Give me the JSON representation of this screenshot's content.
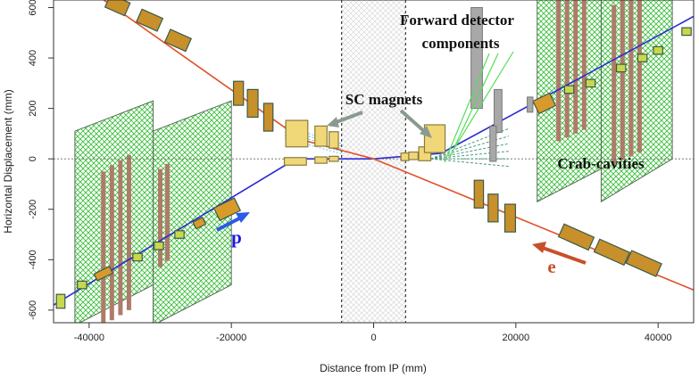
{
  "chart_data": {
    "type": "diagram",
    "xlabel": "Distance from IP (mm)",
    "ylabel": "Horizontal Displacement (mm)",
    "xlim": [
      -45000,
      45000
    ],
    "ylim": [
      -650,
      630
    ],
    "xticks": [
      -40000,
      -20000,
      0,
      20000,
      40000
    ],
    "xtick_labels": [
      "-40000",
      "-20000",
      "0",
      "20000",
      "40000"
    ],
    "yticks": [
      -600,
      -400,
      -200,
      0,
      200,
      400,
      600
    ],
    "ytick_labels": [
      "-600",
      "-400",
      "-200",
      "0",
      "200",
      "400",
      "600"
    ],
    "vertical_dotted_lines_x": [
      -4500,
      4500
    ],
    "ip_region_x": [
      -4500,
      4500
    ],
    "beams": [
      {
        "name": "p",
        "color": "#2b2bd0",
        "path": [
          [
            -45000,
            -580
          ],
          [
            -12000,
            -18
          ],
          [
            -10000,
            0
          ],
          [
            0,
            0
          ],
          [
            9500,
            22
          ],
          [
            45000,
            565
          ]
        ]
      },
      {
        "name": "e",
        "color": "#e0522a",
        "path": [
          [
            -45000,
            770
          ],
          [
            -10000,
            75
          ],
          [
            0,
            0
          ],
          [
            45000,
            -520
          ]
        ]
      }
    ],
    "crab_cavities": [
      {
        "x1": -42000,
        "x2": -31000,
        "yTop1": 110,
        "yTop2": 230,
        "yBot1": -660,
        "yBot2": -500
      },
      {
        "x1": -31000,
        "x2": -20000,
        "yTop1": 110,
        "yTop2": 230,
        "yBot1": -660,
        "yBot2": -500
      },
      {
        "x1": 23000,
        "x2": 32000,
        "yTop1": 670,
        "yTop2": 740,
        "yBot1": -170,
        "yBot2": -40
      },
      {
        "x1": 32000,
        "x2": 42000,
        "yTop1": 670,
        "yTop2": 740,
        "yBot1": -170,
        "yBot2": 0
      }
    ],
    "cavity_bars": [
      {
        "x": -38000,
        "y1": -660,
        "y2": -50
      },
      {
        "x": -36800,
        "y1": -640,
        "y2": -25
      },
      {
        "x": -35600,
        "y1": -620,
        "y2": -5
      },
      {
        "x": -34400,
        "y1": -600,
        "y2": 15
      },
      {
        "x": -30000,
        "y1": -430,
        "y2": -40
      },
      {
        "x": -29000,
        "y1": -405,
        "y2": -20
      },
      {
        "x": 26000,
        "y1": 70,
        "y2": 690
      },
      {
        "x": 27200,
        "y1": 85,
        "y2": 700
      },
      {
        "x": 28400,
        "y1": 100,
        "y2": 710
      },
      {
        "x": 29600,
        "y1": 115,
        "y2": 720
      },
      {
        "x": 33800,
        "y1": -20,
        "y2": 610
      },
      {
        "x": 35000,
        "y1": -5,
        "y2": 630
      },
      {
        "x": 36200,
        "y1": 10,
        "y2": 650
      },
      {
        "x": 37400,
        "y1": 25,
        "y2": 670
      }
    ],
    "electron_magnets": [
      {
        "x": -36000,
        "w": 3000,
        "h": 55,
        "y": 610
      },
      {
        "x": -31500,
        "w": 3200,
        "h": 55,
        "y": 550
      },
      {
        "x": -27500,
        "w": 3200,
        "h": 55,
        "y": 470
      },
      {
        "x": -19000,
        "w": 1400,
        "h": 95,
        "y": 260
      },
      {
        "x": -17000,
        "w": 1500,
        "h": 110,
        "y": 220
      },
      {
        "x": -14800,
        "w": 1300,
        "h": 110,
        "y": 165
      },
      {
        "x": 14800,
        "w": 1300,
        "h": 110,
        "y": -140
      },
      {
        "x": 16800,
        "w": 1400,
        "h": 110,
        "y": -195
      },
      {
        "x": 19200,
        "w": 1500,
        "h": 110,
        "y": -235
      },
      {
        "x": 28500,
        "w": 4600,
        "h": 55,
        "y": -310
      },
      {
        "x": 33500,
        "w": 4600,
        "h": 55,
        "y": -370
      },
      {
        "x": 38000,
        "w": 4600,
        "h": 55,
        "y": -415
      }
    ],
    "proton_magnets": [
      {
        "x": -44000,
        "w": 1200,
        "h": 55,
        "y": -565
      },
      {
        "x": -41000,
        "w": 1300,
        "h": 30,
        "y": -500
      },
      {
        "x": -38000,
        "w": 2400,
        "h": 30,
        "y": -455
      },
      {
        "x": -33200,
        "w": 1300,
        "h": 30,
        "y": -390
      },
      {
        "x": -30200,
        "w": 1300,
        "h": 30,
        "y": -345
      },
      {
        "x": -27300,
        "w": 1300,
        "h": 30,
        "y": -300
      },
      {
        "x": -24500,
        "w": 1500,
        "h": 30,
        "y": -255
      },
      {
        "x": -20600,
        "w": 3200,
        "h": 55,
        "y": -200
      },
      {
        "x": 24000,
        "w": 2600,
        "h": 55,
        "y": 220
      },
      {
        "x": 27500,
        "w": 1300,
        "h": 30,
        "y": 275
      },
      {
        "x": 30500,
        "w": 1300,
        "h": 30,
        "y": 300
      },
      {
        "x": 34800,
        "w": 1300,
        "h": 30,
        "y": 360
      },
      {
        "x": 37800,
        "w": 1300,
        "h": 30,
        "y": 400
      },
      {
        "x": 40000,
        "w": 1300,
        "h": 30,
        "y": 430
      },
      {
        "x": 44000,
        "w": 1300,
        "h": 30,
        "y": 505
      }
    ],
    "sc_magnets": [
      {
        "x": -10800,
        "y": 100,
        "w": 3100,
        "h": 105
      },
      {
        "x": -7400,
        "y": 90,
        "w": 1700,
        "h": 80
      },
      {
        "x": -5600,
        "y": 75,
        "w": 1300,
        "h": 65
      },
      {
        "x": -11000,
        "y": -10,
        "w": 3100,
        "h": 30
      },
      {
        "x": -7400,
        "y": -5,
        "w": 1700,
        "h": 25
      },
      {
        "x": -5600,
        "y": 0,
        "w": 1300,
        "h": 20
      },
      {
        "x": 4400,
        "y": 8,
        "w": 1100,
        "h": 30
      },
      {
        "x": 5600,
        "y": 12,
        "w": 1300,
        "h": 30
      },
      {
        "x": 7200,
        "y": 20,
        "w": 1700,
        "h": 55
      },
      {
        "x": 8600,
        "y": 80,
        "w": 2900,
        "h": 110
      }
    ],
    "detector_parts": [
      {
        "x": 14500,
        "y": 400,
        "w": 1600,
        "h": 400,
        "color": "#a8a8a8"
      },
      {
        "x": 17500,
        "y": 190,
        "w": 1100,
        "h": 170,
        "color": "#a8a8a8"
      },
      {
        "x": 22000,
        "y": 215,
        "w": 800,
        "h": 60,
        "color": "#a8a8a8"
      },
      {
        "x": 16800,
        "y": 60,
        "w": 900,
        "h": 140,
        "color": "#a8a8a8"
      }
    ],
    "labels": {
      "forward": [
        "Forward detector",
        "components"
      ],
      "sc": "SC magnets",
      "crab": "Crab-cavities",
      "p": "p",
      "e": "e"
    }
  }
}
